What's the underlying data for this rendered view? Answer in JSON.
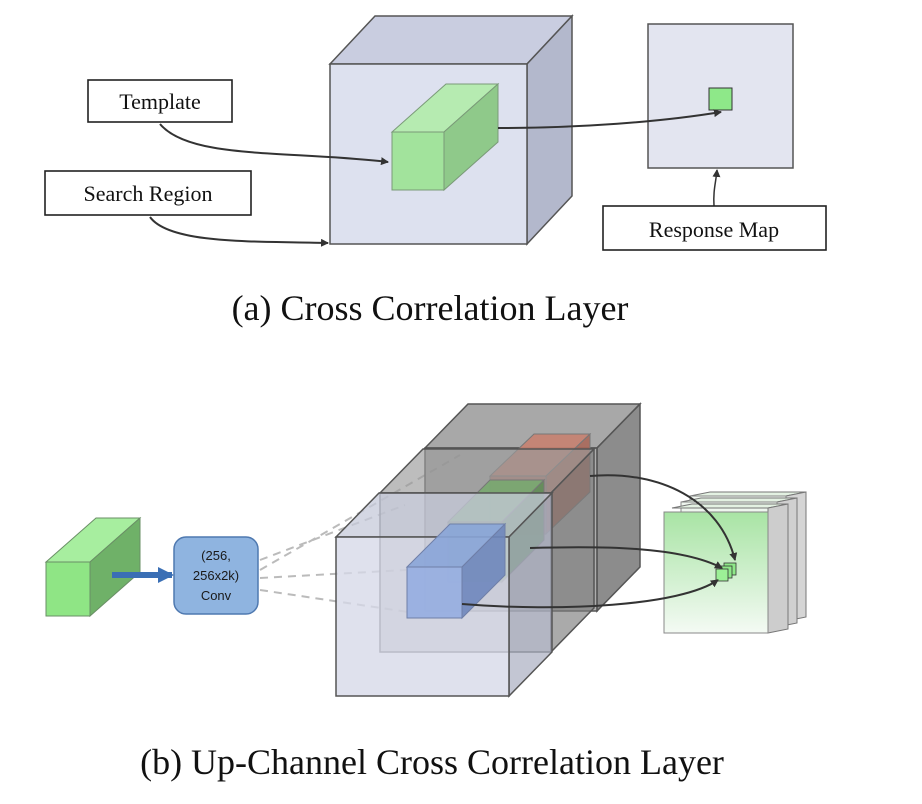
{
  "panel_a": {
    "template_label": "Template",
    "search_region_label": "Search Region",
    "response_map_label": "Response Map",
    "caption": "(a)  Cross Correlation Layer"
  },
  "panel_b": {
    "conv_line1": "(256,",
    "conv_line2": "256x2k)",
    "conv_line3": "Conv",
    "caption": "(b)  Up-Channel Cross Correlation Layer"
  },
  "colors": {
    "green": "#9ee39a",
    "blue_cube": "#d9ddec",
    "dark_cube": "#7a7a7a",
    "conv_box": "#8fb4e0",
    "arrow_blue": "#3a6fb5"
  }
}
